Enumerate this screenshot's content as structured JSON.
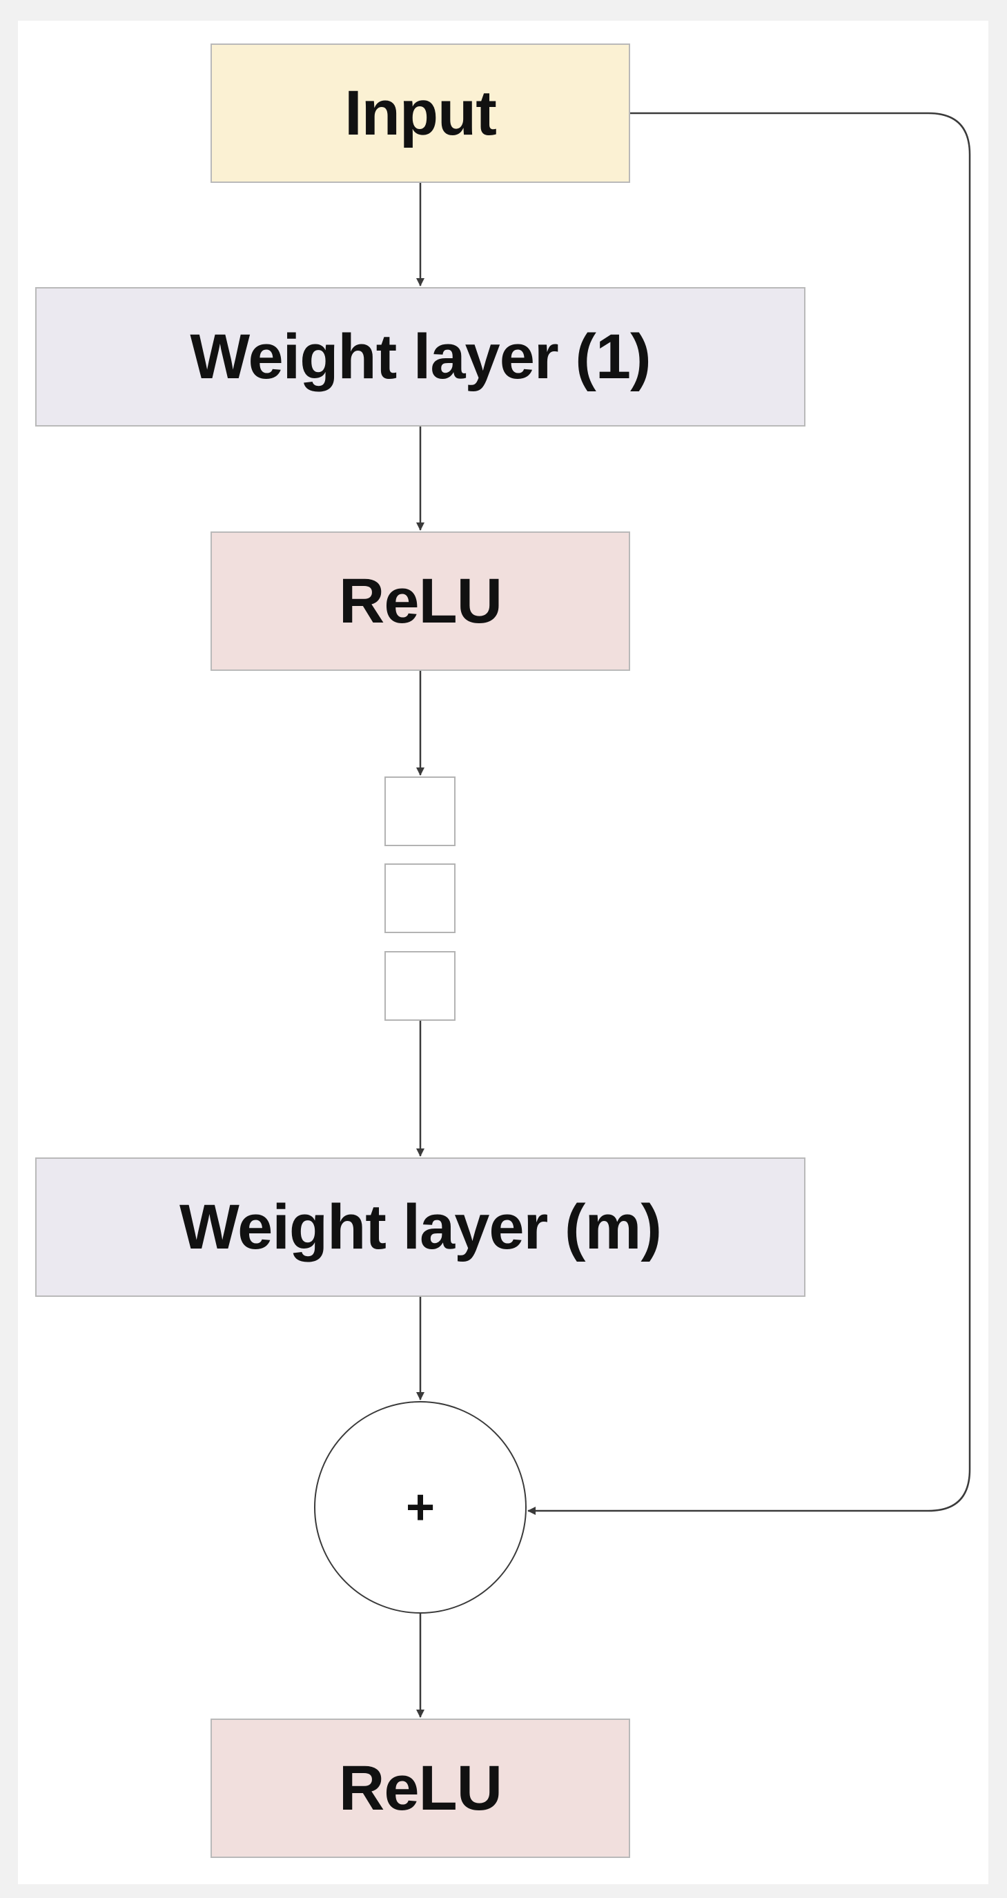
{
  "diagram": {
    "nodes": {
      "input": {
        "label": "Input",
        "fill": "#fbf1d3"
      },
      "weight_layer_1": {
        "label": "Weight layer (1)",
        "fill": "#ebe9f0"
      },
      "relu_1": {
        "label": "ReLU",
        "fill": "#f1dfdd"
      },
      "ellipsis_stack": {
        "count": 3
      },
      "weight_layer_m": {
        "label": "Weight layer (m)",
        "fill": "#ebe9f0"
      },
      "sum": {
        "label": "+"
      },
      "relu_2": {
        "label": "ReLU",
        "fill": "#f1dfdd"
      }
    },
    "edges": [
      {
        "from": "input",
        "to": "weight_layer_1"
      },
      {
        "from": "weight_layer_1",
        "to": "relu_1"
      },
      {
        "from": "relu_1",
        "to": "ellipsis_stack"
      },
      {
        "from": "ellipsis_stack",
        "to": "weight_layer_m"
      },
      {
        "from": "weight_layer_m",
        "to": "sum"
      },
      {
        "from": "input",
        "to": "sum",
        "kind": "skip-connection"
      },
      {
        "from": "sum",
        "to": "relu_2"
      }
    ],
    "colors": {
      "line": "#3a3a3a",
      "box_border": "#b9b9b9",
      "background": "#ffffff"
    }
  }
}
